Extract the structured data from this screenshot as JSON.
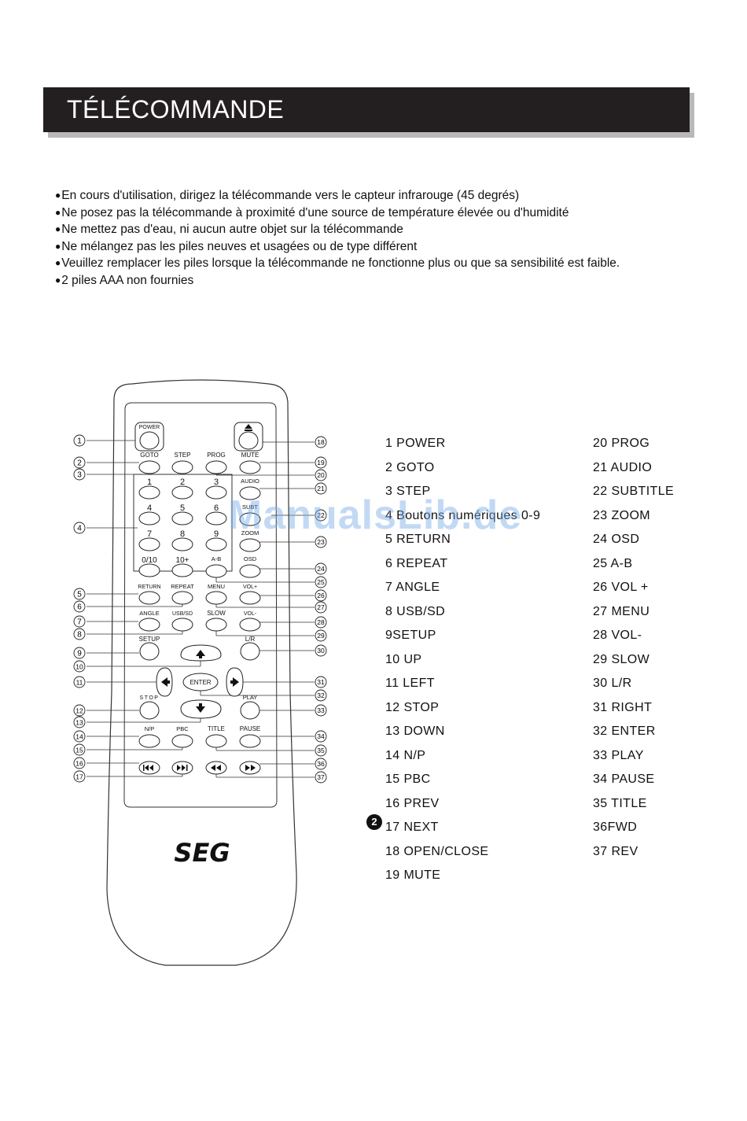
{
  "header": {
    "title": "TÉLÉCOMMANDE"
  },
  "bullets": [
    "En cours d'utilisation, dirigez la télécommande vers le capteur infrarouge (45 degrés)",
    "Ne posez pas la télécommande à proximité d'une source de température élevée ou d'humidité",
    "Ne mettez pas d'eau, ni aucun autre objet sur la télécommande",
    "Ne mélangez pas les piles neuves et usagées ou de type différent",
    "Veuillez remplacer les piles lorsque la télécommande ne fonctionne plus ou que sa sensibilité est faible.",
    "2 piles AAA non fournies"
  ],
  "remote": {
    "brand": "SEG",
    "keys": {
      "power": "POWER",
      "goto": "GOTO",
      "step": "STEP",
      "prog": "PROG",
      "mute": "MUTE",
      "audio": "AUDIO",
      "subtitle": "SUBT",
      "zoom": "ZOOM",
      "ab": "A-B",
      "osd": "OSD",
      "return": "RETURN",
      "repeat": "REPEAT",
      "menu": "MENU",
      "volplus": "VOL+",
      "angle": "ANGLE",
      "usbsd": "USB/SD",
      "slow": "SLOW",
      "volminus": "VOL-",
      "setup": "SETUP",
      "lr": "L/R",
      "enter": "ENTER",
      "stop": "STOP",
      "play": "PLAY",
      "np": "N/P",
      "pbc": "PBC",
      "title": "TITLE",
      "pause": "PAUSE",
      "n1": "1",
      "n2": "2",
      "n3": "3",
      "n4": "4",
      "n5": "5",
      "n6": "6",
      "n7": "7",
      "n8": "8",
      "n9": "9",
      "n010": "0/10",
      "n10plus": "10+"
    },
    "callouts_left": [
      "1",
      "2",
      "3",
      "4",
      "5",
      "6",
      "7",
      "8",
      "9",
      "10",
      "11",
      "12",
      "13",
      "14",
      "15",
      "16",
      "17"
    ],
    "callouts_right": [
      "18",
      "19",
      "20",
      "21",
      "22",
      "23",
      "24",
      "25",
      "26",
      "27",
      "28",
      "29",
      "30",
      "31",
      "32",
      "33",
      "34",
      "35",
      "36",
      "37"
    ]
  },
  "functions_left": [
    "1 POWER",
    "2 GOTO",
    "3 STEP",
    "4 Boutons numériques 0-9",
    "5 RETURN",
    "6 REPEAT",
    "7 ANGLE",
    "8 USB/SD",
    " 9SETUP",
    "10 UP",
    "11 LEFT",
    "12 STOP",
    "13 DOWN",
    "14 N/P",
    "15 PBC",
    "16 PREV",
    "17 NEXT",
    "18 OPEN/CLOSE",
    "19 MUTE"
  ],
  "functions_right": [
    "20 PROG",
    "21 AUDIO",
    "22 SUBTITLE",
    "23 ZOOM",
    "24 OSD",
    "25 A-B",
    "26 VOL +",
    "27 MENU",
    "28 VOL-",
    "29 SLOW",
    "30 L/R",
    "31 RIGHT",
    "32 ENTER",
    "33 PLAY",
    "34 PAUSE",
    "35 TITLE",
    "36FWD",
    "37 REV"
  ],
  "watermark": "ManualsLib.de",
  "page_number": "2"
}
